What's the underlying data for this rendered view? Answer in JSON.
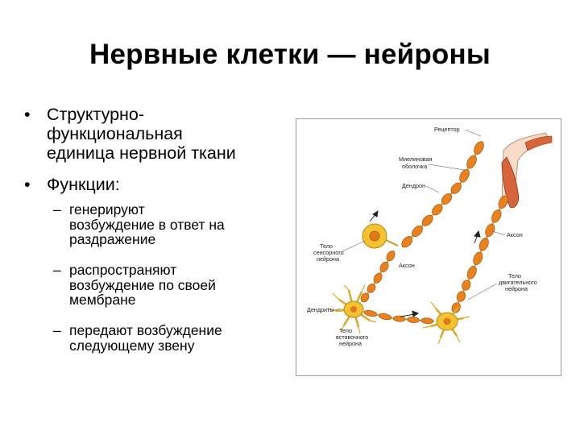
{
  "slide": {
    "title": "Нервные клетки — нейроны",
    "bullets": [
      {
        "mark": "•",
        "lines": [
          "Структурно-",
          "функциональная",
          "единица нервной ткани"
        ]
      },
      {
        "mark": "•",
        "lines": [
          "Функции:"
        ]
      }
    ],
    "sub_bullets": [
      {
        "mark": "–",
        "lines": [
          "генерируют",
          "возбуждение в ответ на",
          "раздражение"
        ]
      },
      {
        "mark": "–",
        "lines": [
          "распространяют",
          "возбуждение по своей",
          "мембране"
        ]
      },
      {
        "mark": "–",
        "lines": [
          "передают возбуждение",
          "следующему звену"
        ]
      }
    ]
  },
  "figure": {
    "labels": {
      "receptor": "Рецептор",
      "myelin_1": "Миелиновая",
      "myelin_2": "оболочка",
      "dendron": "Дендрон",
      "sensory_body_1": "Тело",
      "sensory_body_2": "сенсорного",
      "sensory_body_3": "нейрона",
      "axon_sensory": "Аксон",
      "axon_motor": "Аксон",
      "motor_body_1": "Тело",
      "motor_body_2": "двигательного",
      "motor_body_3": "нейрона",
      "dendrites": "Дендриты",
      "inter_body_1": "Тело",
      "inter_body_2": "вставочного",
      "inter_body_3": "нейрона"
    },
    "colors": {
      "myelin": "#e8821e",
      "myelin_edge": "#a85410",
      "cell_body": "#f2c230",
      "nucleus": "#e07a18",
      "muscle": "#d8643a",
      "frame": "#999999"
    }
  }
}
